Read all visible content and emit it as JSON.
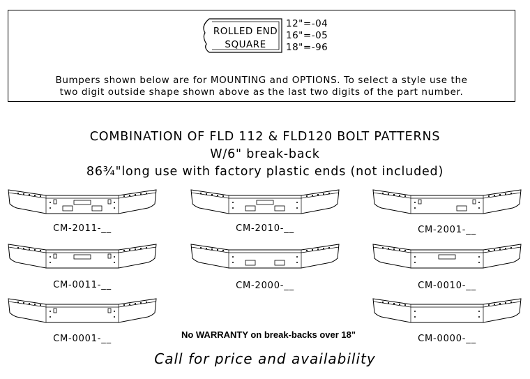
{
  "end_style": {
    "line1": "ROLLED END",
    "line2": "SQUARE",
    "sizes": [
      "12\"=-04",
      "16\"=-05",
      "18\"=-96"
    ]
  },
  "note": {
    "line1": "Bumpers shown below are for MOUNTING and OPTIONS. To select a style use the",
    "line2": "two digit outside shape shown above as the last two digits of the part number."
  },
  "heading": {
    "line1": "COMBINATION OF FLD 112 & FLD120 BOLT PATTERNS",
    "line2": "W/6\" break-back",
    "line3": "86¾\"long  use with factory plastic ends (not included)"
  },
  "bumpers": [
    {
      "code": "CM-2011-__",
      "slot": true,
      "small_holes": true,
      "boxes": 2
    },
    {
      "code": "CM-2010-__",
      "slot": true,
      "small_holes": false,
      "boxes": 2
    },
    {
      "code": "CM-2001-__",
      "slot": false,
      "small_holes": true,
      "boxes": 1
    },
    {
      "code": "CM-0011-__",
      "slot": true,
      "small_holes": true,
      "boxes": 0
    },
    {
      "code": "CM-2000-__",
      "slot": false,
      "small_holes": false,
      "boxes": 2
    },
    {
      "code": "CM-0010-__",
      "slot": true,
      "small_holes": false,
      "boxes": 0
    },
    {
      "code": "CM-0001-__",
      "slot": false,
      "small_holes": true,
      "boxes": 0
    },
    {
      "code": "CM-0000-__",
      "slot": false,
      "small_holes": false,
      "boxes": 0
    }
  ],
  "warranty": "No WARRANTY on break-backs over 18\"",
  "cta": "Call for price and availability"
}
